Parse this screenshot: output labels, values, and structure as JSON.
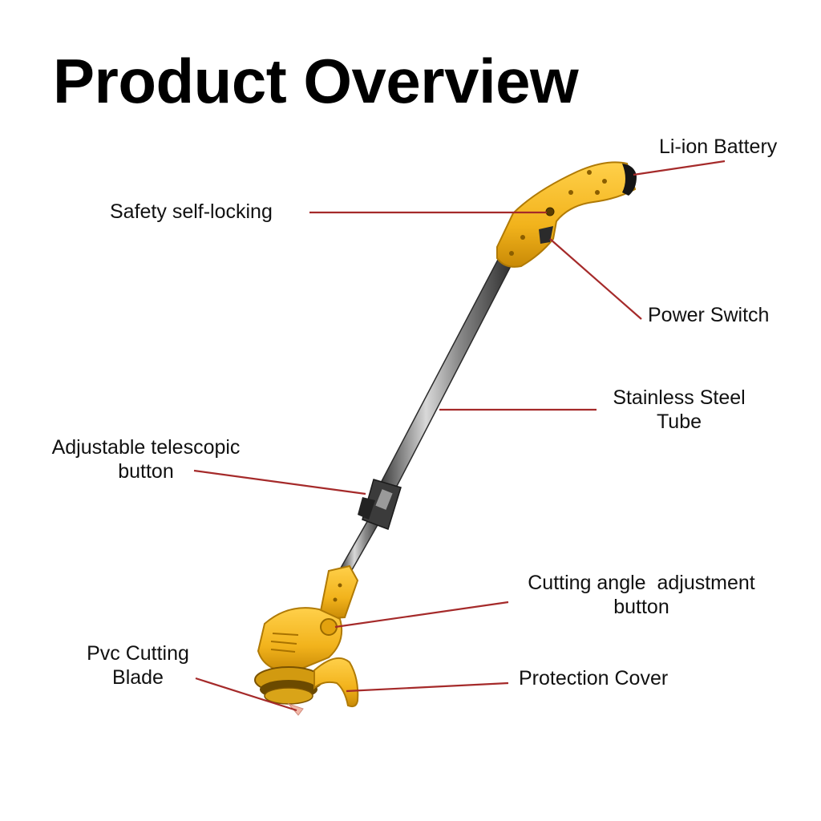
{
  "title": "Product Overview",
  "colors": {
    "body": "#f2b31c",
    "body_shadow": "#c98a06",
    "tube": "#6b6b6b",
    "leader": "#a52a2a",
    "text": "#111111"
  },
  "callouts": {
    "battery": {
      "lines": [
        "Li-ion Battery"
      ]
    },
    "safety": {
      "lines": [
        "Safety self-locking"
      ]
    },
    "power": {
      "lines": [
        "Power Switch"
      ]
    },
    "tube": {
      "lines": [
        "Stainless Steel",
        "Tube"
      ]
    },
    "telescopic": {
      "lines": [
        "Adjustable telescopic",
        "button"
      ]
    },
    "angle": {
      "lines": [
        "Cutting angle  adjustment",
        "button"
      ]
    },
    "blade": {
      "lines": [
        "Pvc Cutting",
        "Blade"
      ]
    },
    "cover": {
      "lines": [
        "Protection Cover"
      ]
    }
  }
}
